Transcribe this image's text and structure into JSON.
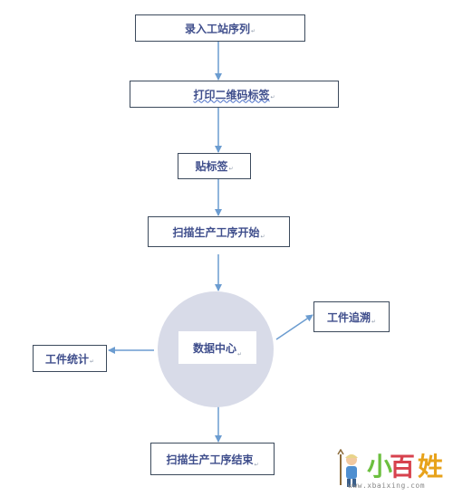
{
  "nodes": {
    "enter_station_sequence": "录入工站序列",
    "print_qr_label": "打印二维码标签",
    "apply_label": "贴标签",
    "scan_process_start": "扫描生产工序开始",
    "data_center": "数据中心",
    "work_traceability": "工件追溯",
    "work_statistics": "工件统计",
    "scan_process_end": "扫描生产工序结束"
  },
  "paragraph_mark": "↵",
  "watermark": {
    "chars": [
      "小",
      "百",
      "姓"
    ],
    "url": "www.xbaixing.com"
  },
  "colors": {
    "arrow": "#6b9cd0",
    "box_border": "#3c4a5c",
    "text": "#3f4e8c",
    "circle": "#d8dbe8"
  }
}
